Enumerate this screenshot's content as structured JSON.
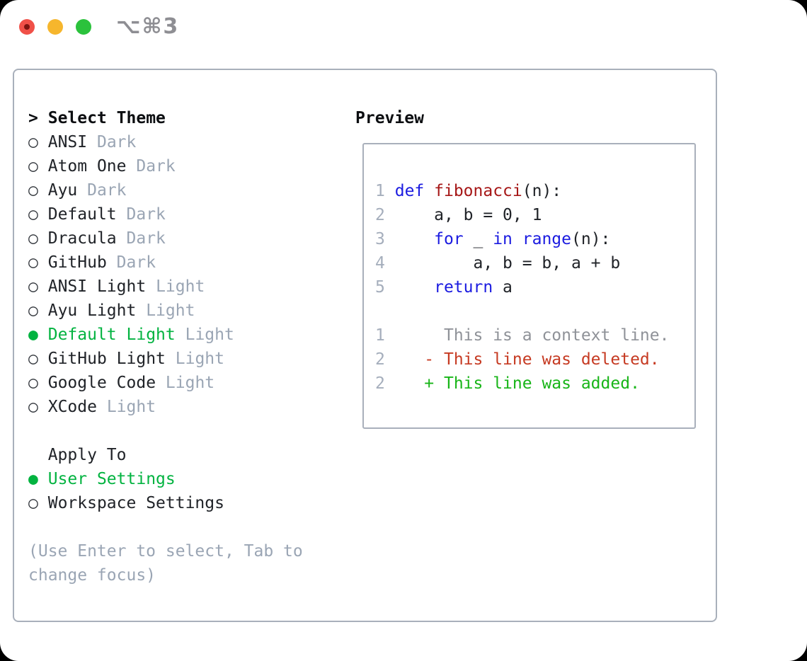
{
  "window": {
    "title": "⌥⌘3",
    "traffic_lights": [
      {
        "name": "close-button",
        "color_key": "traffic_red"
      },
      {
        "name": "minimize-button",
        "color_key": "traffic_yellow"
      },
      {
        "name": "zoom-button",
        "color_key": "traffic_green"
      }
    ]
  },
  "theme_picker": {
    "prompt": ">",
    "title": "Select Theme",
    "unselected_marker": "○",
    "selected_marker": "●",
    "items": [
      {
        "name": "ANSI",
        "variant": "Dark",
        "selected": false
      },
      {
        "name": "Atom One",
        "variant": "Dark",
        "selected": false
      },
      {
        "name": "Ayu",
        "variant": "Dark",
        "selected": false
      },
      {
        "name": "Default",
        "variant": "Dark",
        "selected": false
      },
      {
        "name": "Dracula",
        "variant": "Dark",
        "selected": false
      },
      {
        "name": "GitHub",
        "variant": "Dark",
        "selected": false
      },
      {
        "name": "ANSI Light",
        "variant": "Light",
        "selected": false
      },
      {
        "name": "Ayu Light",
        "variant": "Light",
        "selected": false
      },
      {
        "name": "Default Light",
        "variant": "Light",
        "selected": true
      },
      {
        "name": "GitHub Light",
        "variant": "Light",
        "selected": false
      },
      {
        "name": "Google Code",
        "variant": "Light",
        "selected": false
      },
      {
        "name": "XCode",
        "variant": "Light",
        "selected": false
      }
    ]
  },
  "apply_to": {
    "title": "Apply To",
    "options": [
      {
        "label": "User Settings",
        "selected": true
      },
      {
        "label": "Workspace Settings",
        "selected": false
      }
    ]
  },
  "hint": {
    "lines": [
      "(Use Enter to select, Tab to",
      "change focus)"
    ]
  },
  "preview": {
    "title": "Preview",
    "code_lines": [
      {
        "num": "1",
        "segments": [
          {
            "t": "def",
            "c": "kw"
          },
          {
            "t": " ",
            "c": ""
          },
          {
            "t": "fibonacci",
            "c": "fn"
          },
          {
            "t": "(n):",
            "c": ""
          }
        ]
      },
      {
        "num": "2",
        "segments": [
          {
            "t": "    a, b = 0, 1",
            "c": ""
          }
        ]
      },
      {
        "num": "3",
        "segments": [
          {
            "t": "    ",
            "c": ""
          },
          {
            "t": "for",
            "c": "kw"
          },
          {
            "t": " _ ",
            "c": ""
          },
          {
            "t": "in",
            "c": "kw"
          },
          {
            "t": " ",
            "c": ""
          },
          {
            "t": "range",
            "c": "kw"
          },
          {
            "t": "(n):",
            "c": ""
          }
        ]
      },
      {
        "num": "4",
        "segments": [
          {
            "t": "        a, b = b, a + b",
            "c": ""
          }
        ]
      },
      {
        "num": "5",
        "segments": [
          {
            "t": "    ",
            "c": ""
          },
          {
            "t": "return",
            "c": "kw"
          },
          {
            "t": " a",
            "c": ""
          }
        ]
      }
    ],
    "diff_lines": [
      {
        "num": "1",
        "marker": " ",
        "text": "This is a context line.",
        "type": "context"
      },
      {
        "num": "2",
        "marker": "-",
        "text": "This line was deleted.",
        "type": "deleted"
      },
      {
        "num": "2",
        "marker": "+",
        "text": "This line was added.",
        "type": "added"
      }
    ]
  },
  "colors": {
    "text_dark": "#202328",
    "keyword_blue": "#1b1be0",
    "function_red": "#a61717",
    "deleted_red": "#c63a22",
    "added_green": "#18b518",
    "selection_green": "#02b340",
    "muted_gray": "#9aa5b4",
    "line_number_gray": "#a5aebc",
    "context_gray": "#8f9298",
    "border_gray": "#a9b0bb",
    "titlebar_gray": "#8e8e93",
    "traffic_red": "#f05048",
    "traffic_yellow": "#f6b62d",
    "traffic_green": "#2bc23c"
  }
}
